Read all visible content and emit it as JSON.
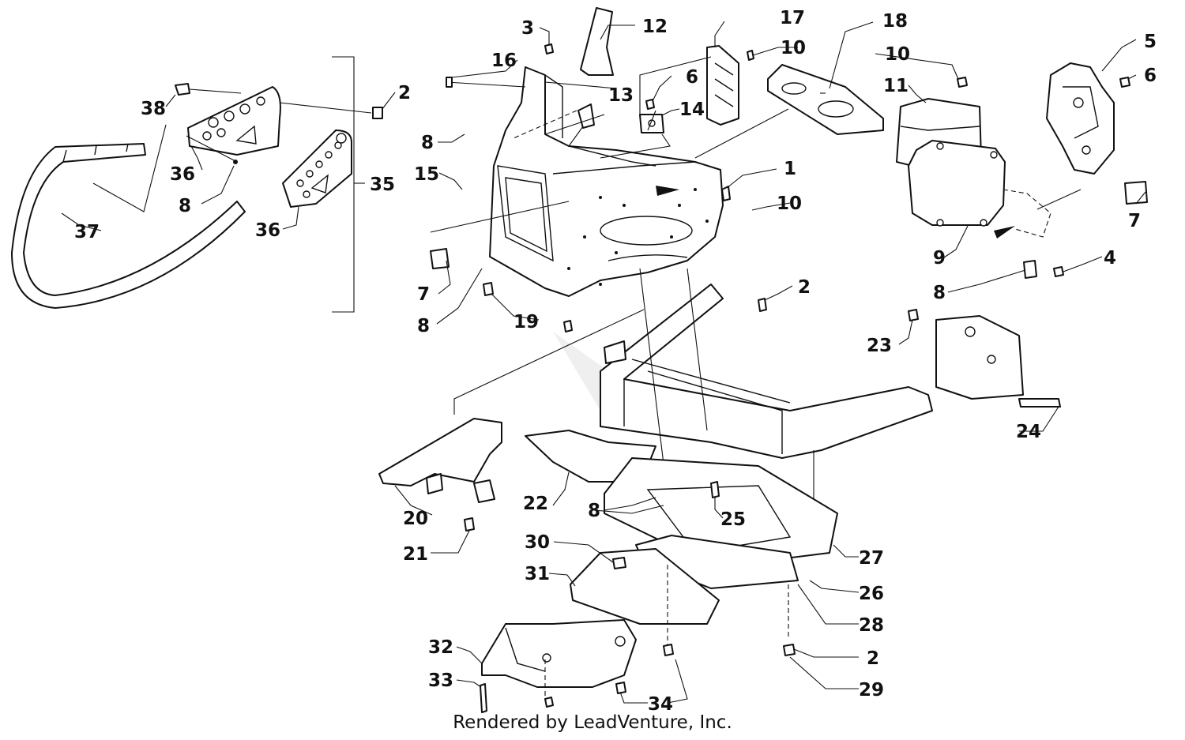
{
  "footer": "Rendered by LeadVenture, Inc.",
  "callouts": {
    "c1": "1",
    "c2a": "2",
    "c2b": "2",
    "c2c": "2",
    "c3": "3",
    "c4": "4",
    "c5": "5",
    "c6a": "6",
    "c6b": "6",
    "c7a": "7",
    "c7b": "7",
    "c8a": "8",
    "c8b": "8",
    "c8c": "8",
    "c8d": "8",
    "c8e": "8",
    "c9": "9",
    "c10a": "10",
    "c10b": "10",
    "c10c": "10",
    "c11": "11",
    "c12": "12",
    "c13": "13",
    "c14": "14",
    "c15": "15",
    "c16": "16",
    "c17": "17",
    "c18": "18",
    "c19": "19",
    "c20": "20",
    "c21": "21",
    "c22": "22",
    "c23": "23",
    "c24": "24",
    "c25": "25",
    "c26": "26",
    "c27": "27",
    "c28": "28",
    "c29": "29",
    "c30": "30",
    "c31": "31",
    "c32": "32",
    "c33": "33",
    "c34": "34",
    "c35": "35",
    "c36a": "36",
    "c36b": "36",
    "c37": "37",
    "c38": "38"
  }
}
